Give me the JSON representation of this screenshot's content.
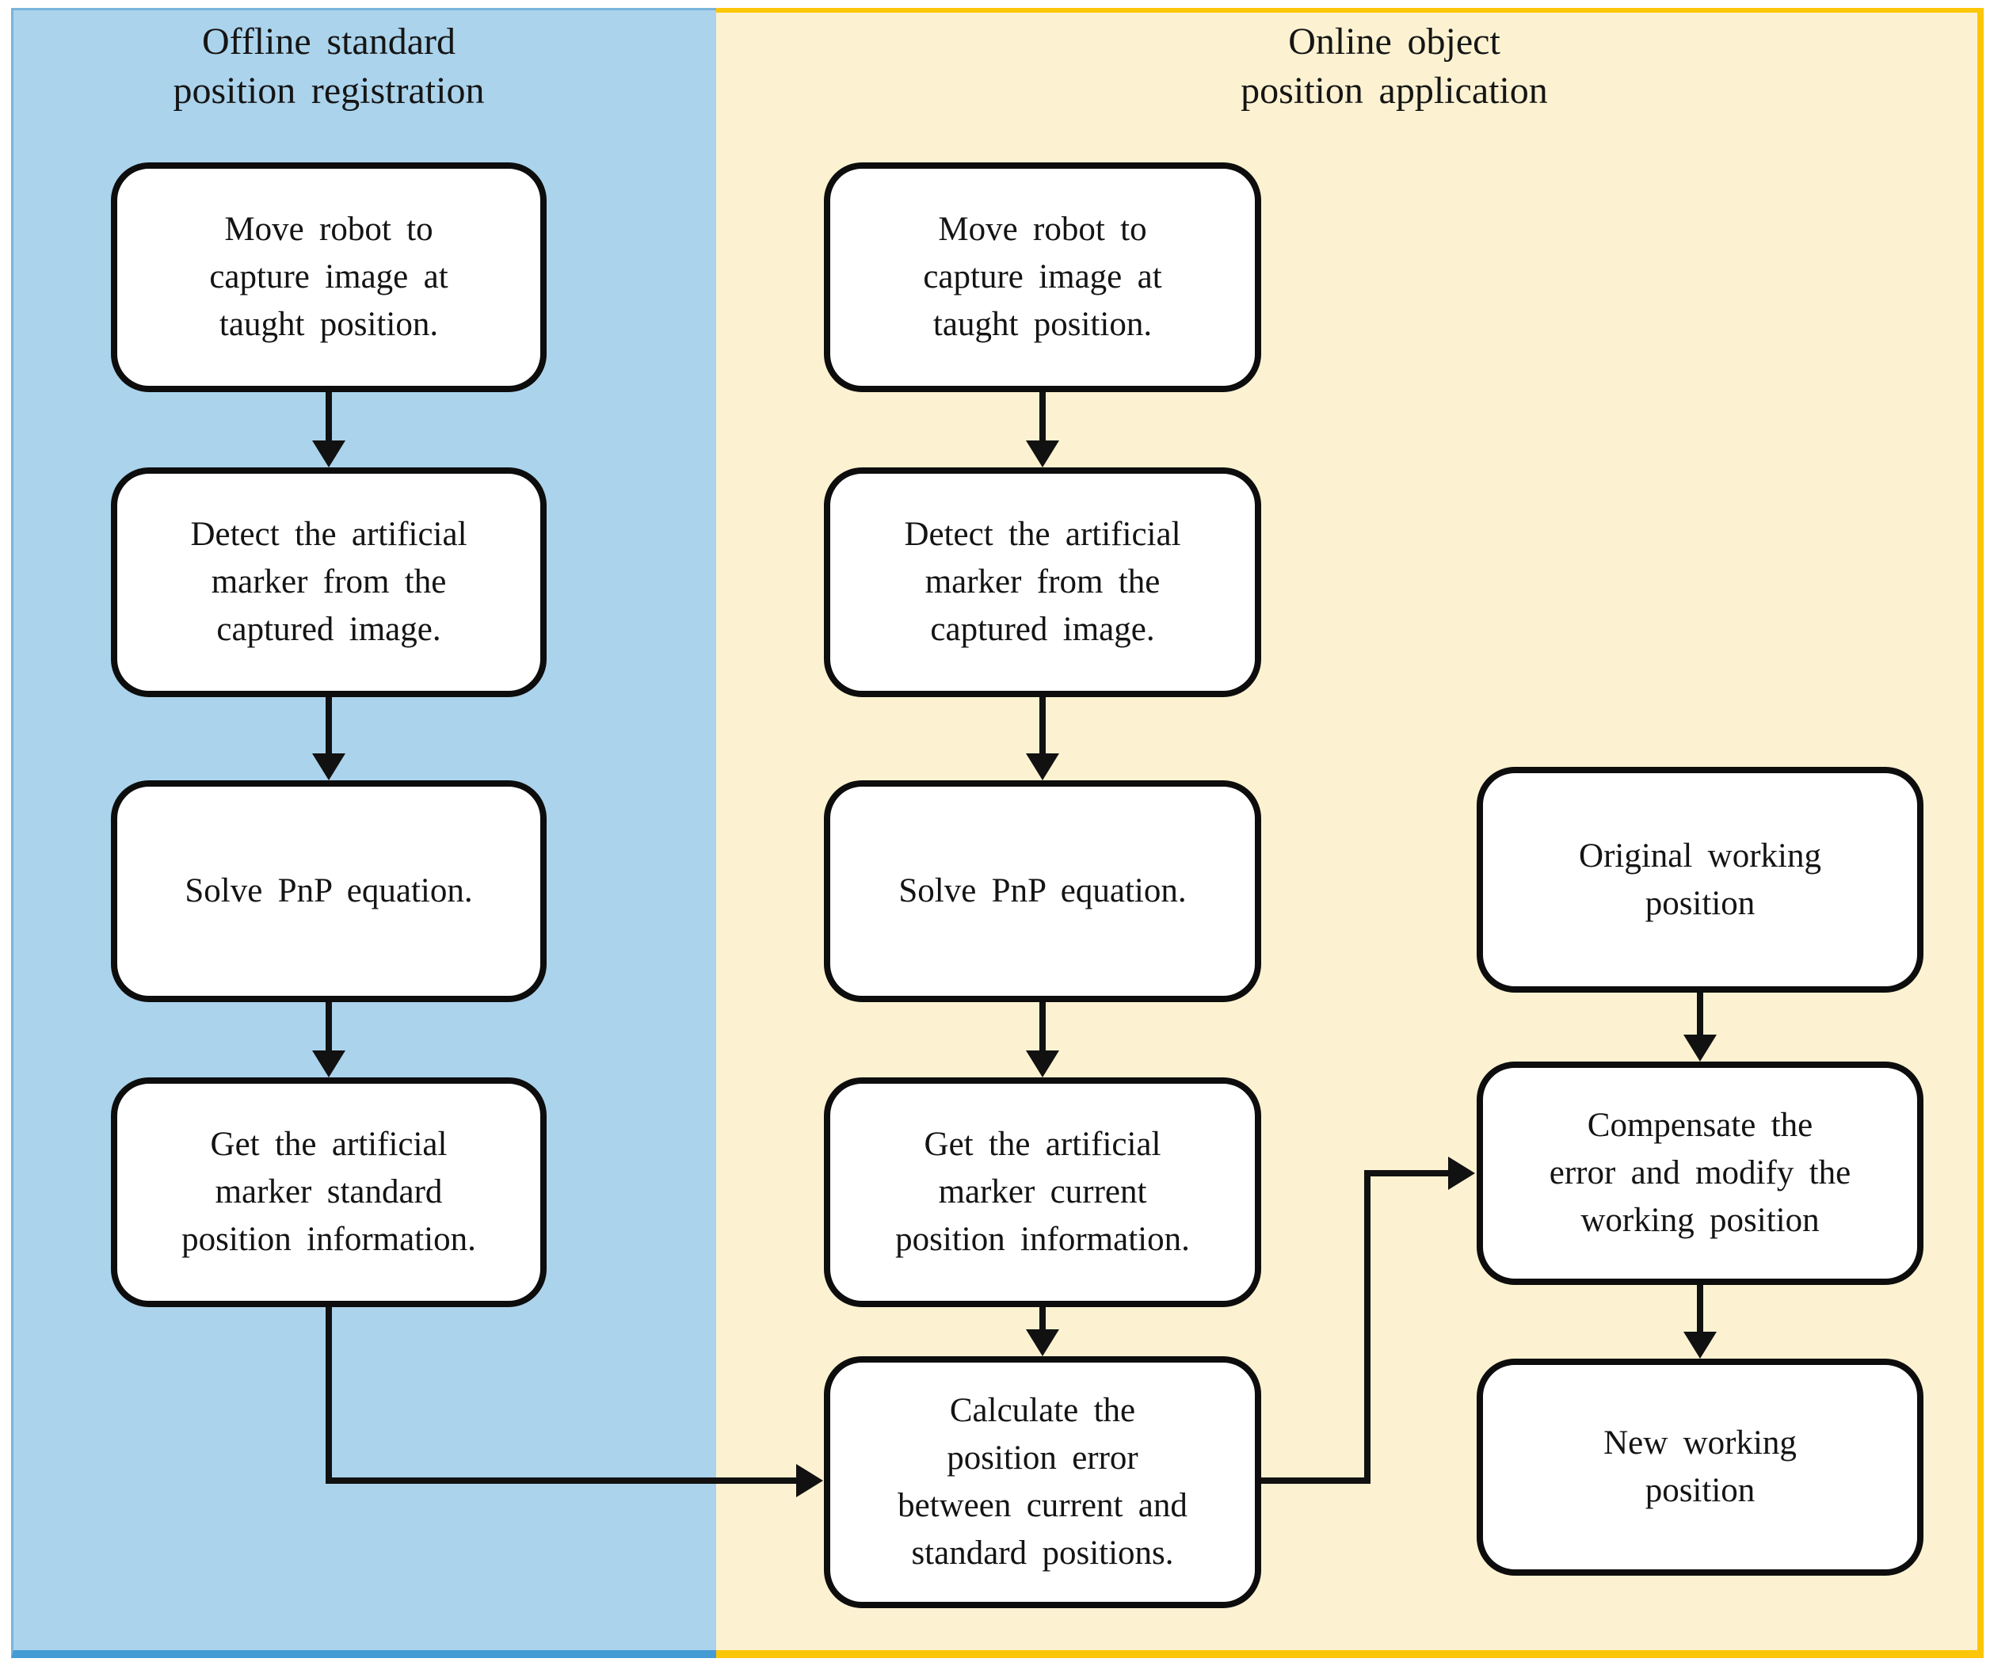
{
  "diagram": {
    "offline_panel": {
      "title": [
        "Offline standard",
        "position registration"
      ]
    },
    "online_panel": {
      "title": [
        "Online object",
        "position application"
      ]
    }
  },
  "boxes": {
    "offline_move": {
      "lines": [
        "Move robot to",
        "capture image at",
        "taught position."
      ]
    },
    "offline_detect": {
      "lines": [
        "Detect the artificial",
        "marker from the",
        "captured image."
      ]
    },
    "offline_solve": {
      "lines": [
        "Solve PnP equation."
      ]
    },
    "offline_get": {
      "lines": [
        "Get the artificial",
        "marker standard",
        "position information."
      ]
    },
    "online_move": {
      "lines": [
        "Move robot to",
        "capture image at",
        "taught position."
      ]
    },
    "online_detect": {
      "lines": [
        "Detect the artificial",
        "marker from the",
        "captured image."
      ]
    },
    "online_solve": {
      "lines": [
        "Solve PnP equation."
      ]
    },
    "online_get": {
      "lines": [
        "Get the artificial",
        "marker current",
        "position information."
      ]
    },
    "online_calculate": {
      "lines": [
        "Calculate the",
        "position error",
        "between current and",
        "standard positions."
      ]
    },
    "original_position": {
      "lines": [
        "Original working",
        "position"
      ]
    },
    "compensate": {
      "lines": [
        "Compensate the",
        "error and modify the",
        "working position"
      ]
    },
    "new_position": {
      "lines": [
        "New working",
        "position"
      ]
    }
  },
  "colors": {
    "offline_bg": "#abd3ec",
    "offline_border": "#459cd5",
    "online_bg": "#fcf2d1",
    "online_border": "#fcc608",
    "box_border": "#0d0d0d",
    "line": "#111111"
  }
}
